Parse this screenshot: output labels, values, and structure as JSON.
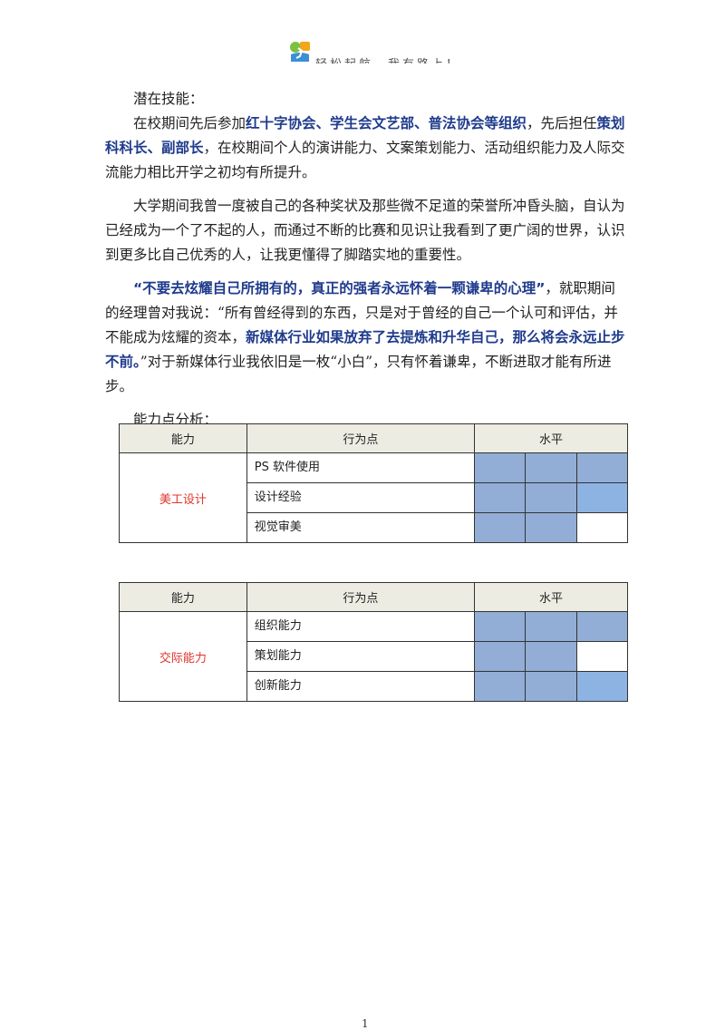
{
  "header": {
    "text": "轻松起航，我有路上！",
    "logo_colors": [
      "#7cc242",
      "#f3a51c",
      "#3a8fd6"
    ]
  },
  "section_potential": {
    "heading": "潜在技能：",
    "p1": {
      "a": "在校期间先后参加",
      "b": "红十字协会、学生会文艺部、普法协会等组织",
      "c": "，先后担任",
      "d": "策划科科长、副部长",
      "e": "，在校期间个人的演讲能力、文案策划能力、活动组织能力及人际交流能力相比开学之初均有所提升。"
    },
    "p2": "大学期间我曾一度被自己的各种奖状及那些微不足道的荣誉所冲昏头脑，自认为已经成为一个了不起的人，而通过不断的比赛和见识让我看到了更广阔的世界，认识到更多比自己优秀的人，让我更懂得了脚踏实地的重要性。",
    "p3": {
      "a": "“不要去炫耀自己所拥有的，真正的强者永远怀着一颗谦卑的心理”",
      "b": "，就职期间的经理曾对我说：“所有曾经得到的东西，只是对于曾经的自己一个认可和评估，并不能成为炫耀的资本，",
      "c": "新媒体行业如果放弃了去提炼和升华自己，那么将会永远止步不前。",
      "d": "”对于新媒体行业我依旧是一枚“小白”，只有怀着谦卑，不断进取才能有所进步。"
    },
    "analysis_heading": "能力点分析："
  },
  "tables": [
    {
      "headers": [
        "能力",
        "行为点",
        "水平"
      ],
      "category": "美工设计",
      "rows": [
        {
          "behavior": "PS 软件使用",
          "level": 3
        },
        {
          "behavior": "设计经验",
          "level": 3
        },
        {
          "behavior": "视觉审美",
          "level": 2
        }
      ]
    },
    {
      "headers": [
        "能力",
        "行为点",
        "水平"
      ],
      "category": "交际能力",
      "rows": [
        {
          "behavior": "组织能力",
          "level": 3
        },
        {
          "behavior": "策划能力",
          "level": 2
        },
        {
          "behavior": "创新能力",
          "level": 3
        }
      ]
    }
  ],
  "footer": {
    "page_number": "1"
  }
}
